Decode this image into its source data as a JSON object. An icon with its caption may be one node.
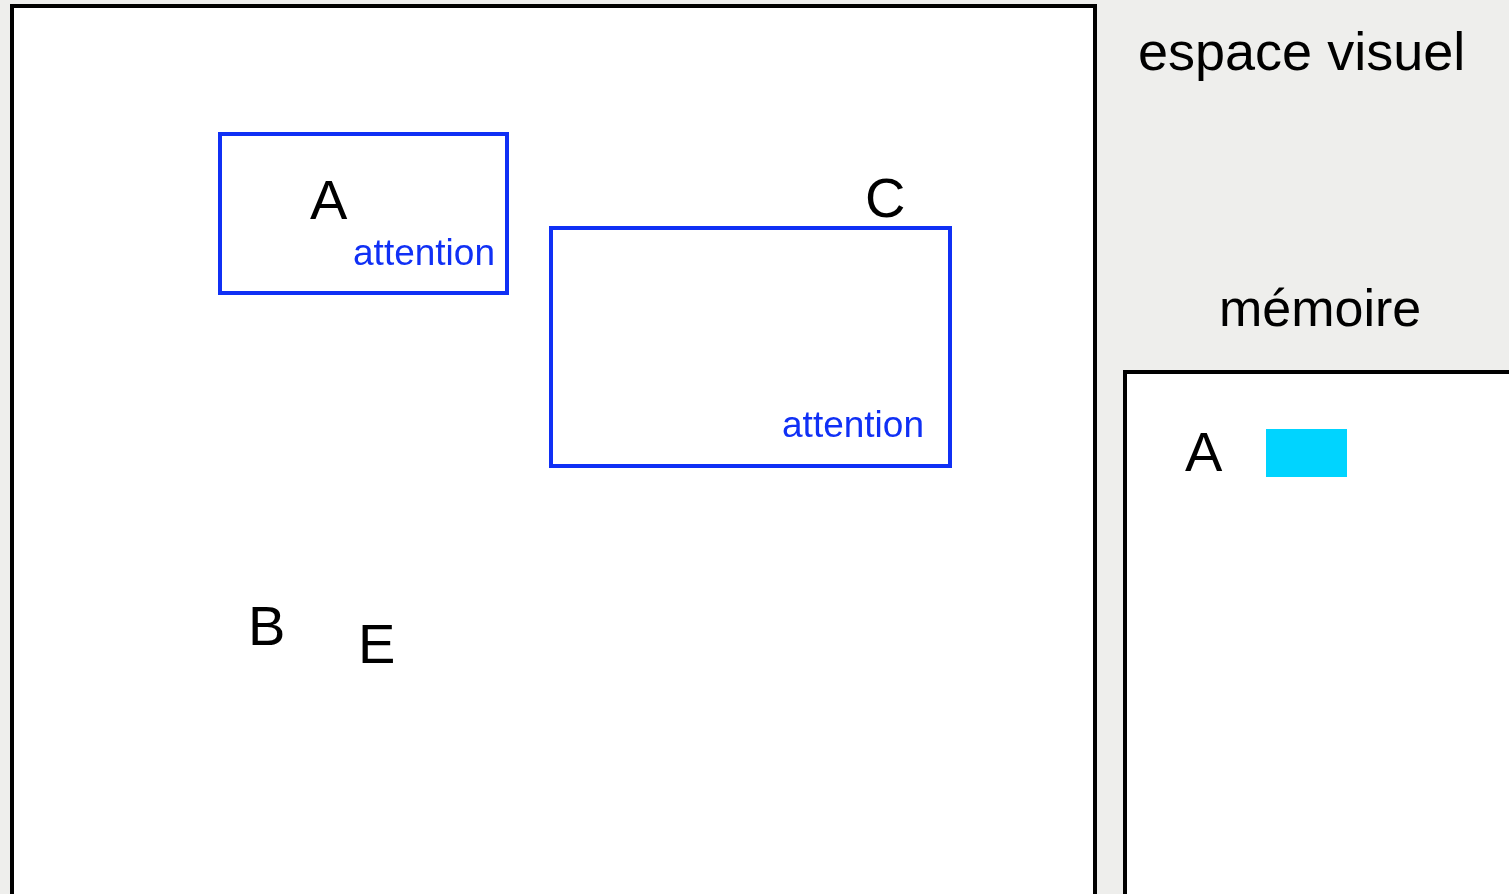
{
  "diagram": {
    "nodes": [
      {
        "text": [],
        "shape": "box"
      },
      {
        "text": [
          "A",
          "attention"
        ],
        "in": 0
      },
      {
        "text": [
          "C",
          "attention"
        ],
        "in": 0
      },
      {
        "text": [
          "mémoire",
          "A"
        ]
      },
      {
        "text": [],
        "shape": "box",
        "in": 3
      }
    ],
    "labels": [
      "espace visuel",
      "B",
      "E"
    ]
  }
}
